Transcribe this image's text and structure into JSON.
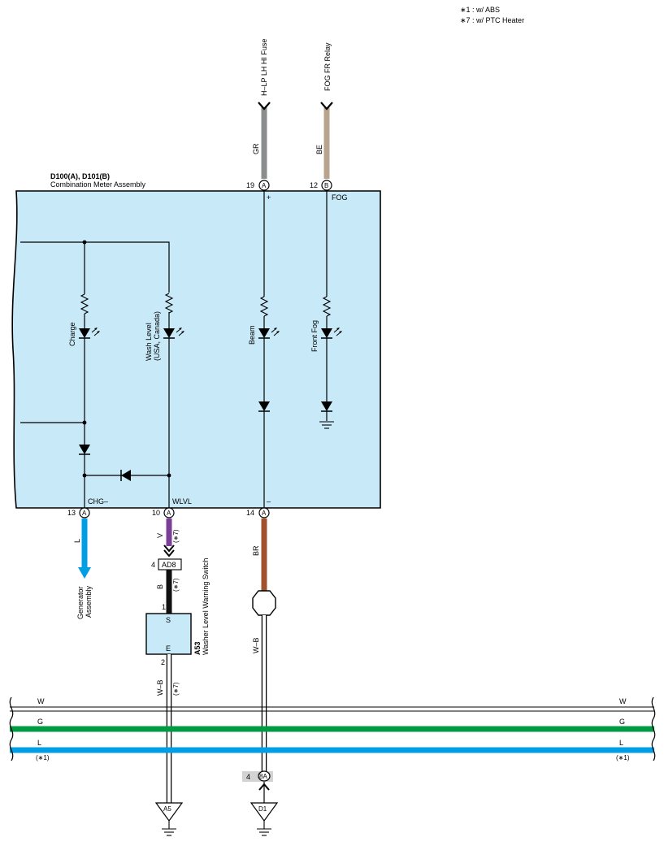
{
  "notes": [
    "∗1 : w/ ABS",
    "∗7 : w/ PTC Heater"
  ],
  "colors": {
    "meter_fill": "#c8e9f8",
    "GR": "#8a8c8e",
    "BE": "#b8a48e",
    "L": "#009fe3",
    "V": "#7b3f98",
    "B": "#111111",
    "BR": "#a0522d",
    "G": "#009a44",
    "W": "#ffffff"
  },
  "sources": {
    "hlp": {
      "name": "H–LP LH HI Fuse",
      "wire": "GR",
      "pin": "19",
      "conn": "A",
      "sign": "+"
    },
    "fog": {
      "name": "FOG FR Relay",
      "wire": "BE",
      "pin": "12",
      "conn": "B",
      "label": "FOG"
    }
  },
  "meter": {
    "id": "D100(A), D101(B)",
    "name": "Combination Meter Assembly"
  },
  "indicators": {
    "charge": "Charge",
    "wash_line1": "Wash Level",
    "wash_line2": "(USA, Canada)",
    "beam": "Beam",
    "front_fog": "Front Fog"
  },
  "pins": {
    "chg": {
      "label": "CHG–",
      "num": "13",
      "conn": "A",
      "wire": "L"
    },
    "wlvl": {
      "label": "WLVL",
      "num": "10",
      "conn": "A",
      "wire": "V",
      "note": "(∗7)"
    },
    "minus": {
      "label": "–",
      "num": "14",
      "conn": "A",
      "wire": "BR"
    }
  },
  "generator": {
    "line1": "Generator",
    "line2": "Assembly"
  },
  "ad8": {
    "num": "4",
    "name": "AD8"
  },
  "washer_switch": {
    "wire_b": "B",
    "note": "(∗7)",
    "pin1": "1",
    "s": "S",
    "e": "E",
    "pin2": "2",
    "id": "A53",
    "name": "Washer Level Warning Switch",
    "wire_out": "W–B",
    "note2": "(∗7)"
  },
  "splice_wire": "W–B",
  "buses": [
    {
      "label": "W",
      "note": ""
    },
    {
      "label": "G",
      "note": ""
    },
    {
      "label": "L",
      "note": "(∗1)"
    }
  ],
  "connector_8a": {
    "num": "4",
    "name": "8A"
  },
  "grounds": {
    "a5": "A5",
    "d1": "D1"
  }
}
